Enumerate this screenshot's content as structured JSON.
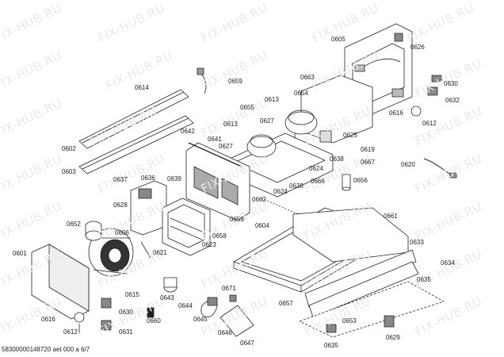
{
  "watermark": "FIX-HUB.RU",
  "footer": "58300000148720 aet 000 a 6/7",
  "parts": [
    "0601",
    "0602",
    "0603",
    "0604",
    "0605",
    "0606",
    "0612",
    "0613",
    "0614",
    "0615",
    "0616",
    "0619",
    "0620",
    "0621",
    "0623",
    "0624",
    "0625",
    "0626",
    "0627",
    "0628",
    "0629",
    "0630",
    "0631",
    "0632",
    "0633",
    "0634",
    "0635",
    "0636",
    "0637",
    "0638",
    "0639",
    "0641",
    "0642",
    "0643",
    "0644",
    "0645",
    "0646",
    "0647",
    "0652",
    "0653",
    "0654",
    "0655",
    "0656",
    "0657",
    "0658",
    "0659",
    "0660",
    "0661",
    "0662",
    "0663",
    "0666",
    "0667",
    "0671"
  ]
}
